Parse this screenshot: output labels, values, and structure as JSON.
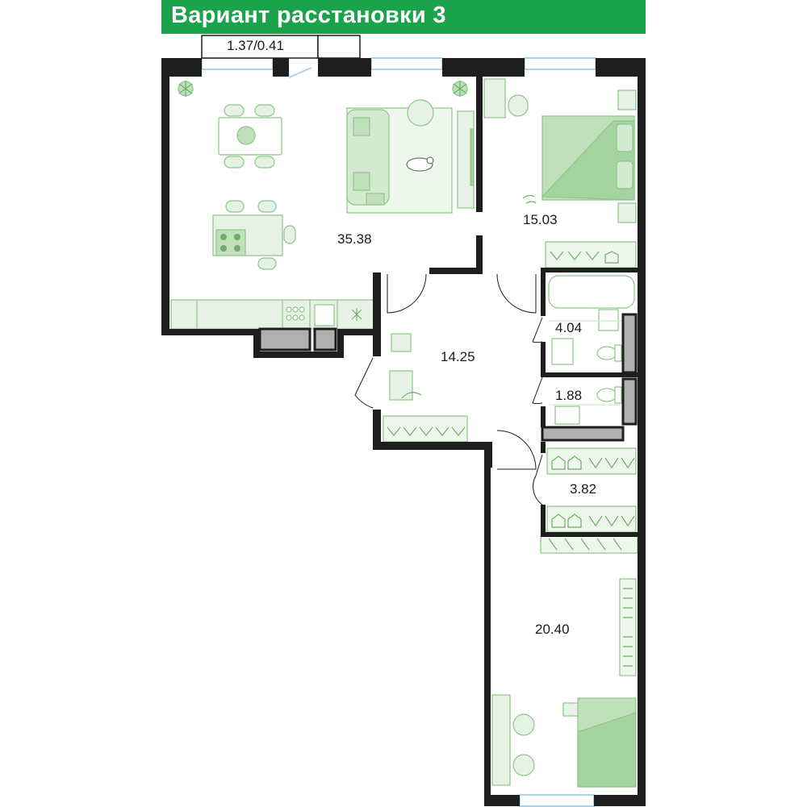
{
  "title": "Вариант расстановки 3",
  "balcony_area": "1.37/0.41",
  "rooms": [
    {
      "id": "living-kitchen",
      "area": "35.38"
    },
    {
      "id": "bedroom-1",
      "area": "15.03"
    },
    {
      "id": "hallway",
      "area": "14.25"
    },
    {
      "id": "bathroom",
      "area": "4.04"
    },
    {
      "id": "toilet",
      "area": "1.88"
    },
    {
      "id": "wardrobe",
      "area": "3.82"
    },
    {
      "id": "bedroom-2",
      "area": "20.40"
    }
  ],
  "colors": {
    "banner": "#1aa34a",
    "wall": "#1e1e1e",
    "furniture_fill": "#e6f3e4",
    "furniture_accent": "#bfe0bb",
    "furniture_stroke": "#8fc48a",
    "window": "#a9d3ee",
    "shaft": "#b0b0b0"
  },
  "icons": [
    "plant-icon",
    "sofa-icon",
    "dog-icon",
    "tv-icon",
    "bed-icon",
    "bathtub-icon",
    "toilet-icon",
    "sink-icon",
    "washing-machine-icon",
    "stove-icon",
    "hanger-icon"
  ]
}
